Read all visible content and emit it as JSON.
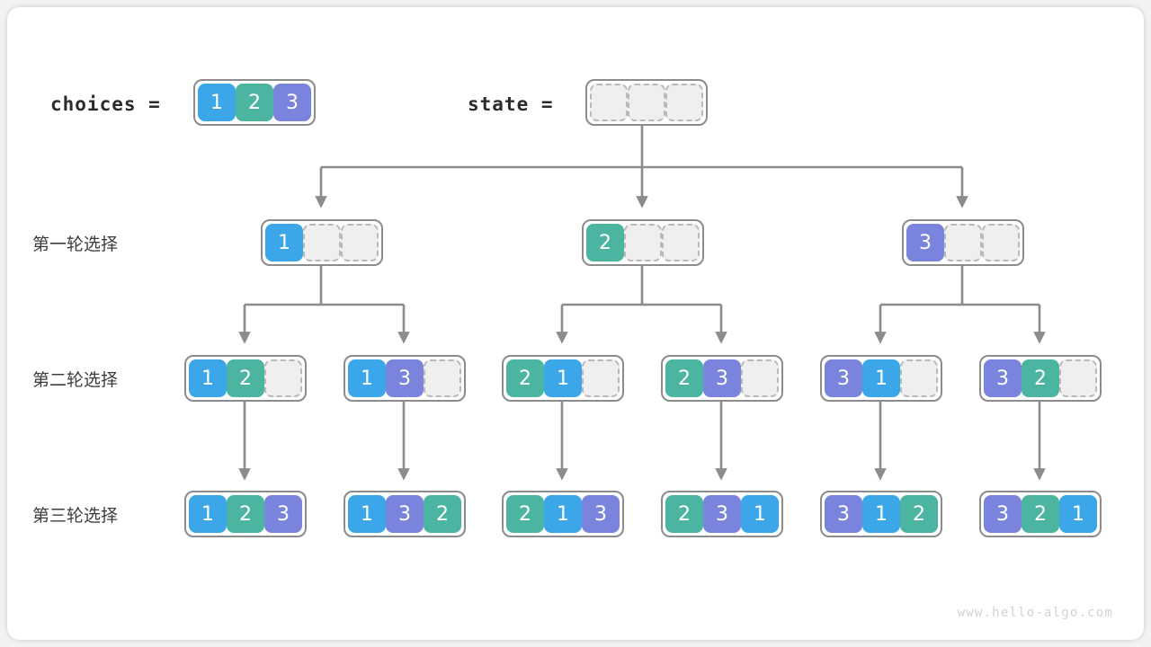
{
  "watermark": "www.hello-algo.com",
  "legend": {
    "choices_label": "choices =",
    "choices_cells": [
      "1",
      "2",
      "3"
    ],
    "state_label": "state =",
    "state_cells": [
      "",
      "",
      ""
    ]
  },
  "row_labels": {
    "round1": "第一轮选择",
    "round2": "第二轮选择",
    "round3": "第三轮选择"
  },
  "colors": {
    "value_1": "#3ba7e8",
    "value_2": "#4cb5a1",
    "value_3": "#7b84dc",
    "empty_fill": "#efefef",
    "empty_border": "#b9b9b9",
    "box_border": "#8c8c8c",
    "edge": "#8c8c8c",
    "card_background": "#ffffff",
    "page_background": "#f2f2f2",
    "watermark_text": "#d2d2d2"
  },
  "tree": {
    "row1": [
      {
        "cells": [
          "1",
          "",
          ""
        ]
      },
      {
        "cells": [
          "2",
          "",
          ""
        ]
      },
      {
        "cells": [
          "3",
          "",
          ""
        ]
      }
    ],
    "row2": [
      {
        "cells": [
          "1",
          "2",
          ""
        ]
      },
      {
        "cells": [
          "1",
          "3",
          ""
        ]
      },
      {
        "cells": [
          "2",
          "1",
          ""
        ]
      },
      {
        "cells": [
          "2",
          "3",
          ""
        ]
      },
      {
        "cells": [
          "3",
          "1",
          ""
        ]
      },
      {
        "cells": [
          "3",
          "2",
          ""
        ]
      }
    ],
    "row3": [
      {
        "cells": [
          "1",
          "2",
          "3"
        ]
      },
      {
        "cells": [
          "1",
          "3",
          "2"
        ]
      },
      {
        "cells": [
          "2",
          "1",
          "3"
        ]
      },
      {
        "cells": [
          "2",
          "3",
          "1"
        ]
      },
      {
        "cells": [
          "3",
          "1",
          "2"
        ]
      },
      {
        "cells": [
          "3",
          "2",
          "1"
        ]
      }
    ]
  }
}
